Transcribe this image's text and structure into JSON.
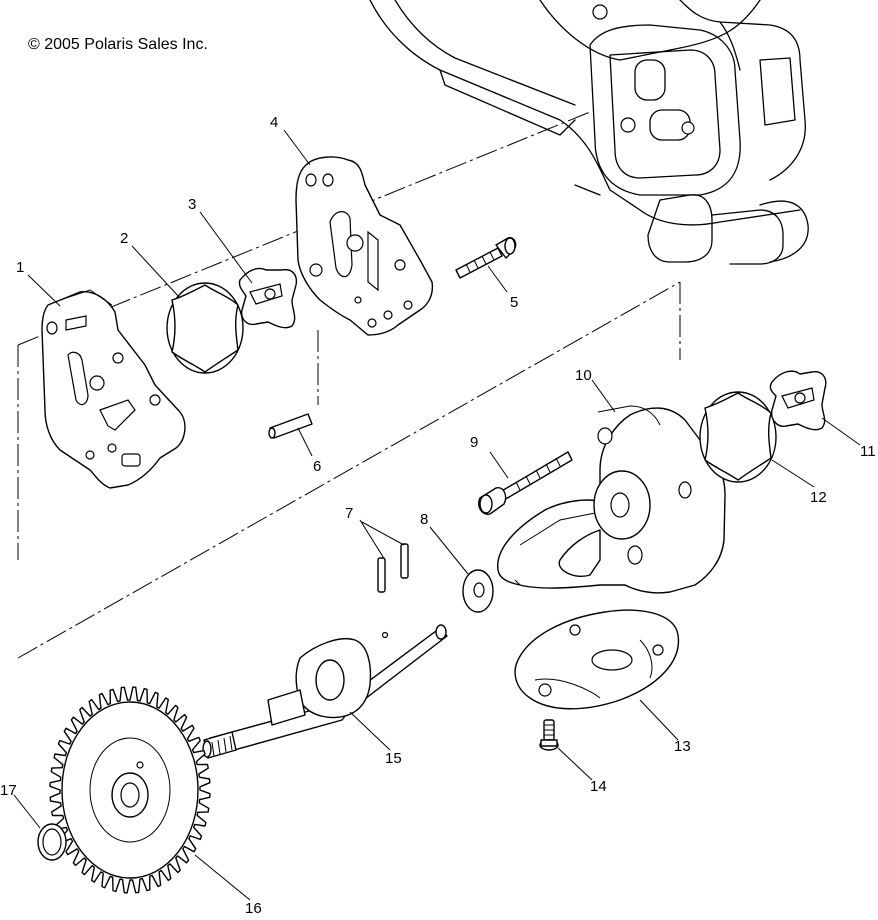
{
  "copyright": "© 2005 Polaris Sales Inc.",
  "callouts": {
    "c1": "1",
    "c2": "2",
    "c3": "3",
    "c4": "4",
    "c5": "5",
    "c6": "6",
    "c7": "7",
    "c8": "8",
    "c9": "9",
    "c10": "10",
    "c11": "11",
    "c12": "12",
    "c13": "13",
    "c14": "14",
    "c15": "15",
    "c16": "16",
    "c17": "17"
  }
}
